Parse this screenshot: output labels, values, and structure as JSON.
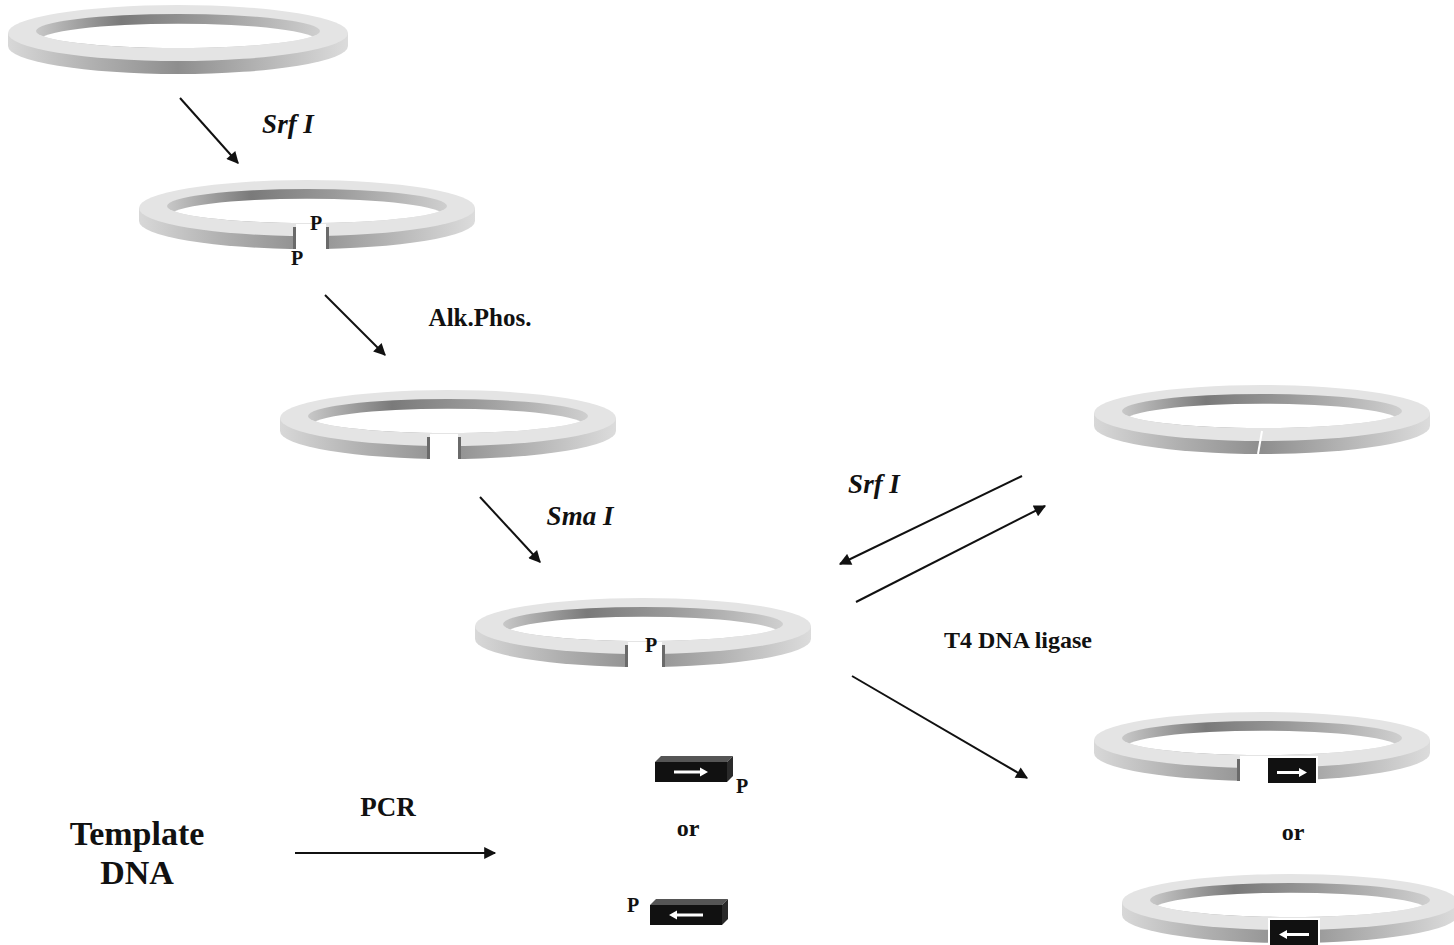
{
  "diagram": {
    "labels": [
      "Srf I",
      "P",
      "P",
      "Alk.Phos.",
      "Sma I",
      "Srf I",
      "P",
      "T4 DNA ligase",
      "P",
      "or",
      "P",
      "PCR",
      "Template DNA",
      "or"
    ]
  }
}
